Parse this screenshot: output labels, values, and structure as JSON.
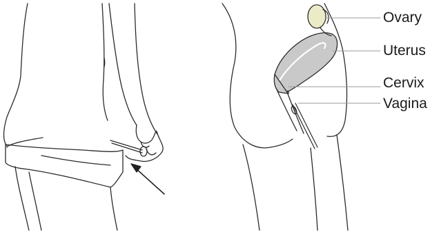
{
  "labels": {
    "ovary": "Ovary",
    "uterus": "Uterus",
    "cervix": "Cervix",
    "vagina": "Vagina"
  },
  "colors": {
    "outline": "#2a2a2a",
    "organ_fill": "#c9c9c9",
    "ovary_fill": "#ecebc8",
    "leader_line": "#9a9a9a",
    "arrow": "#222222"
  }
}
